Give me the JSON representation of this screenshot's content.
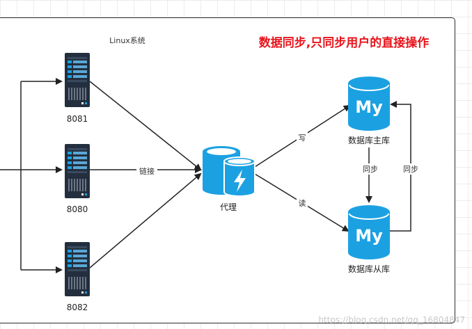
{
  "diagram": {
    "group_label": "Linux系统",
    "title": "数据同步,只同步用户的直接操作",
    "servers": [
      {
        "label": "8081"
      },
      {
        "label": "8080"
      },
      {
        "label": "8082"
      }
    ],
    "proxy_label": "代理",
    "db_master_label": "数据库主库",
    "db_slave_label": "数据库从库",
    "edge_labels": {
      "link": "链接",
      "write": "写",
      "read": "读",
      "sync_down": "同步",
      "sync_back": "同步"
    },
    "colors": {
      "title": "#e8131b",
      "db_blue": "#1ba1e2",
      "server_dark": "#232f3e"
    },
    "icons": [
      "server-icon",
      "proxy-database-icon",
      "mysql-database-icon"
    ]
  },
  "watermark": "https://blog.csdn.net/qq_16804847"
}
